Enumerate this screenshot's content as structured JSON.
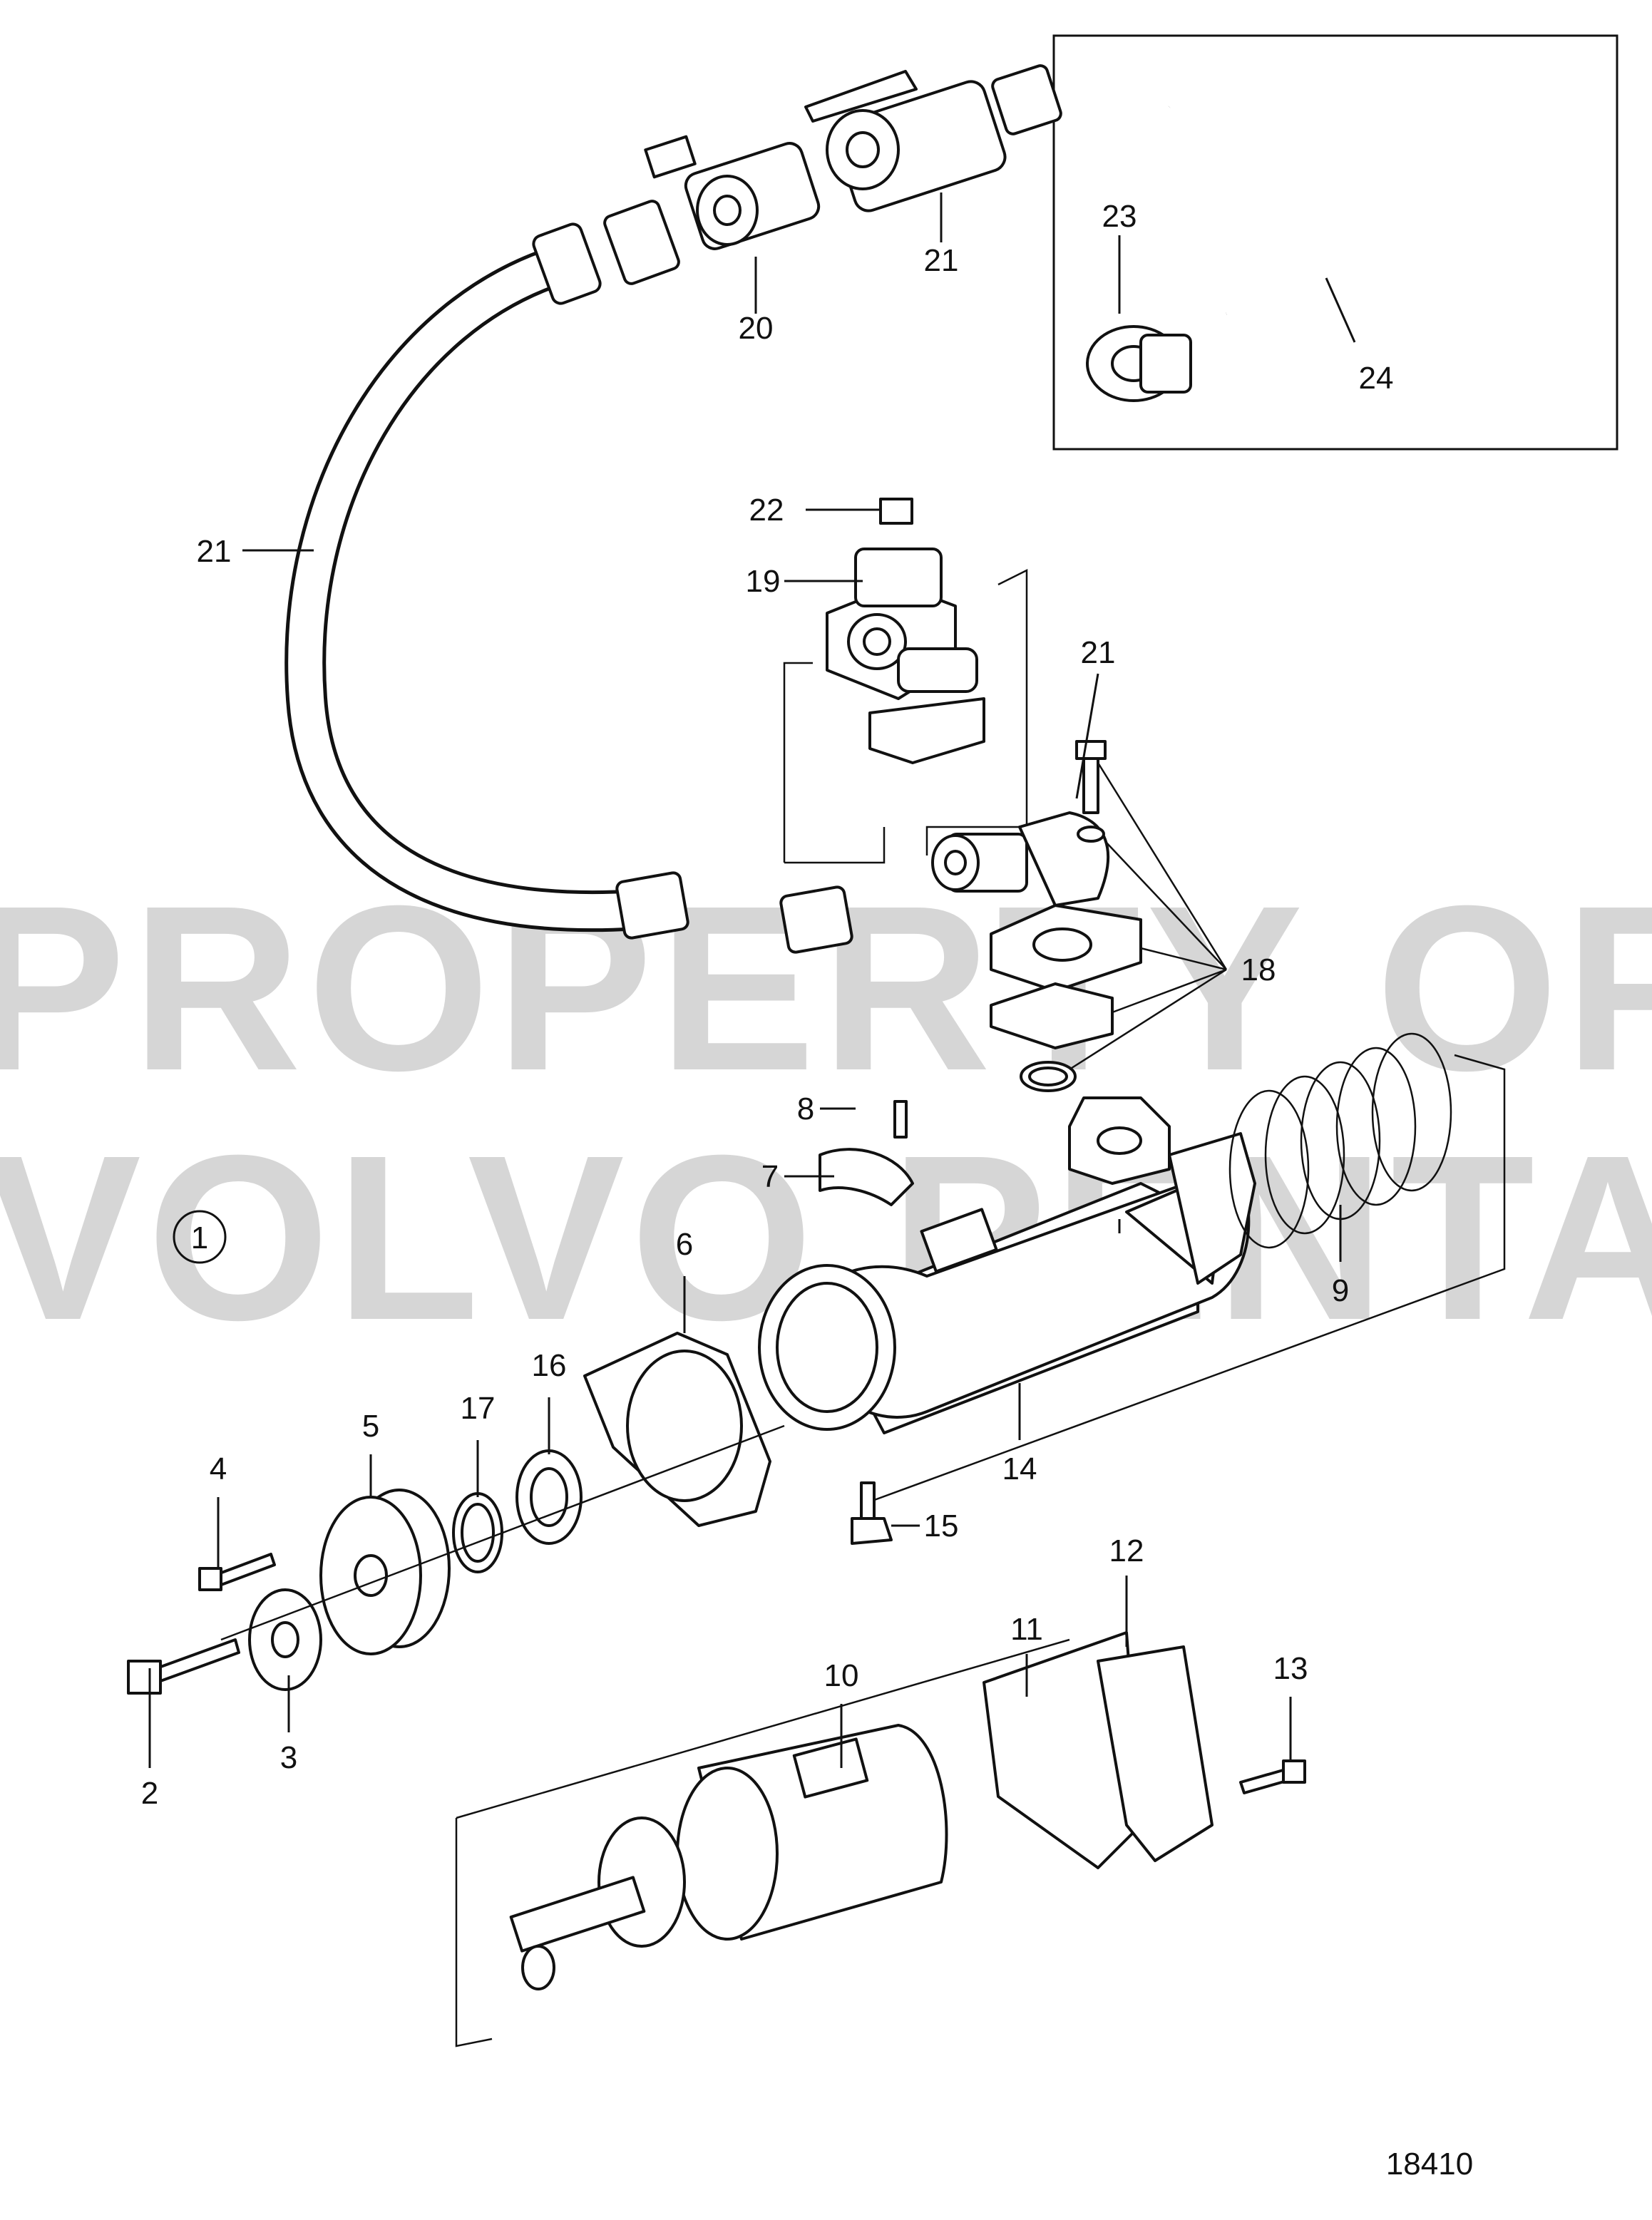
{
  "diagram": {
    "figure_number": "18410",
    "view_marker": "1",
    "watermark": [
      "PROPERTY OF",
      "VOLVO PENTA"
    ],
    "callouts": [
      "2",
      "3",
      "4",
      "5",
      "6",
      "7",
      "8",
      "9",
      "10",
      "11",
      "12",
      "13",
      "14",
      "15",
      "16",
      "17",
      "18",
      "19",
      "20",
      "21",
      "21",
      "21",
      "22",
      "23",
      "24"
    ]
  },
  "colors": {
    "ink": "#111111",
    "watermark": "#c9c9c9",
    "background": "#ffffff"
  }
}
